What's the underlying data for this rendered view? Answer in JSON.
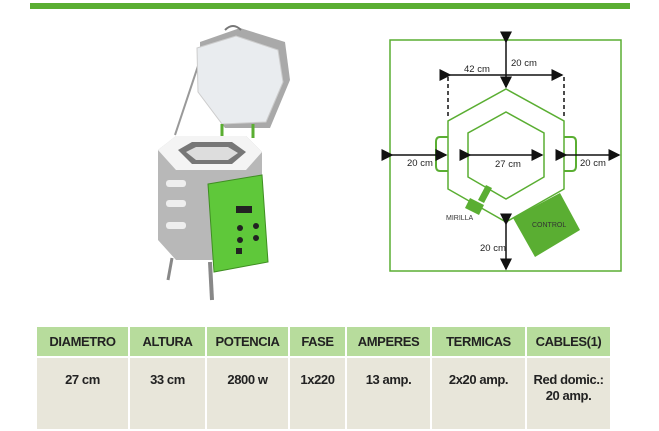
{
  "colors": {
    "brand": "#5aae32",
    "header_bg": "#b7dc9c",
    "cell_bg": "#e8e6da"
  },
  "diagram": {
    "top_clearance": "20 cm",
    "width": "42 cm",
    "left_clearance": "20 cm",
    "right_clearance": "20 cm",
    "inner_diameter": "27 cm",
    "bottom_clearance": "20 cm",
    "peephole_label": "MIRILLA",
    "control_label": "CONTROL"
  },
  "specs": {
    "headers": [
      "DIAMETRO",
      "ALTURA",
      "POTENCIA",
      "FASE",
      "AMPERES",
      "TERMICAS",
      "CABLES(1)"
    ],
    "values": [
      "27 cm",
      "33 cm",
      "2800 w",
      "1x220",
      "13 amp.",
      "2x20 amp.",
      "Red domic.: 20 amp."
    ]
  }
}
